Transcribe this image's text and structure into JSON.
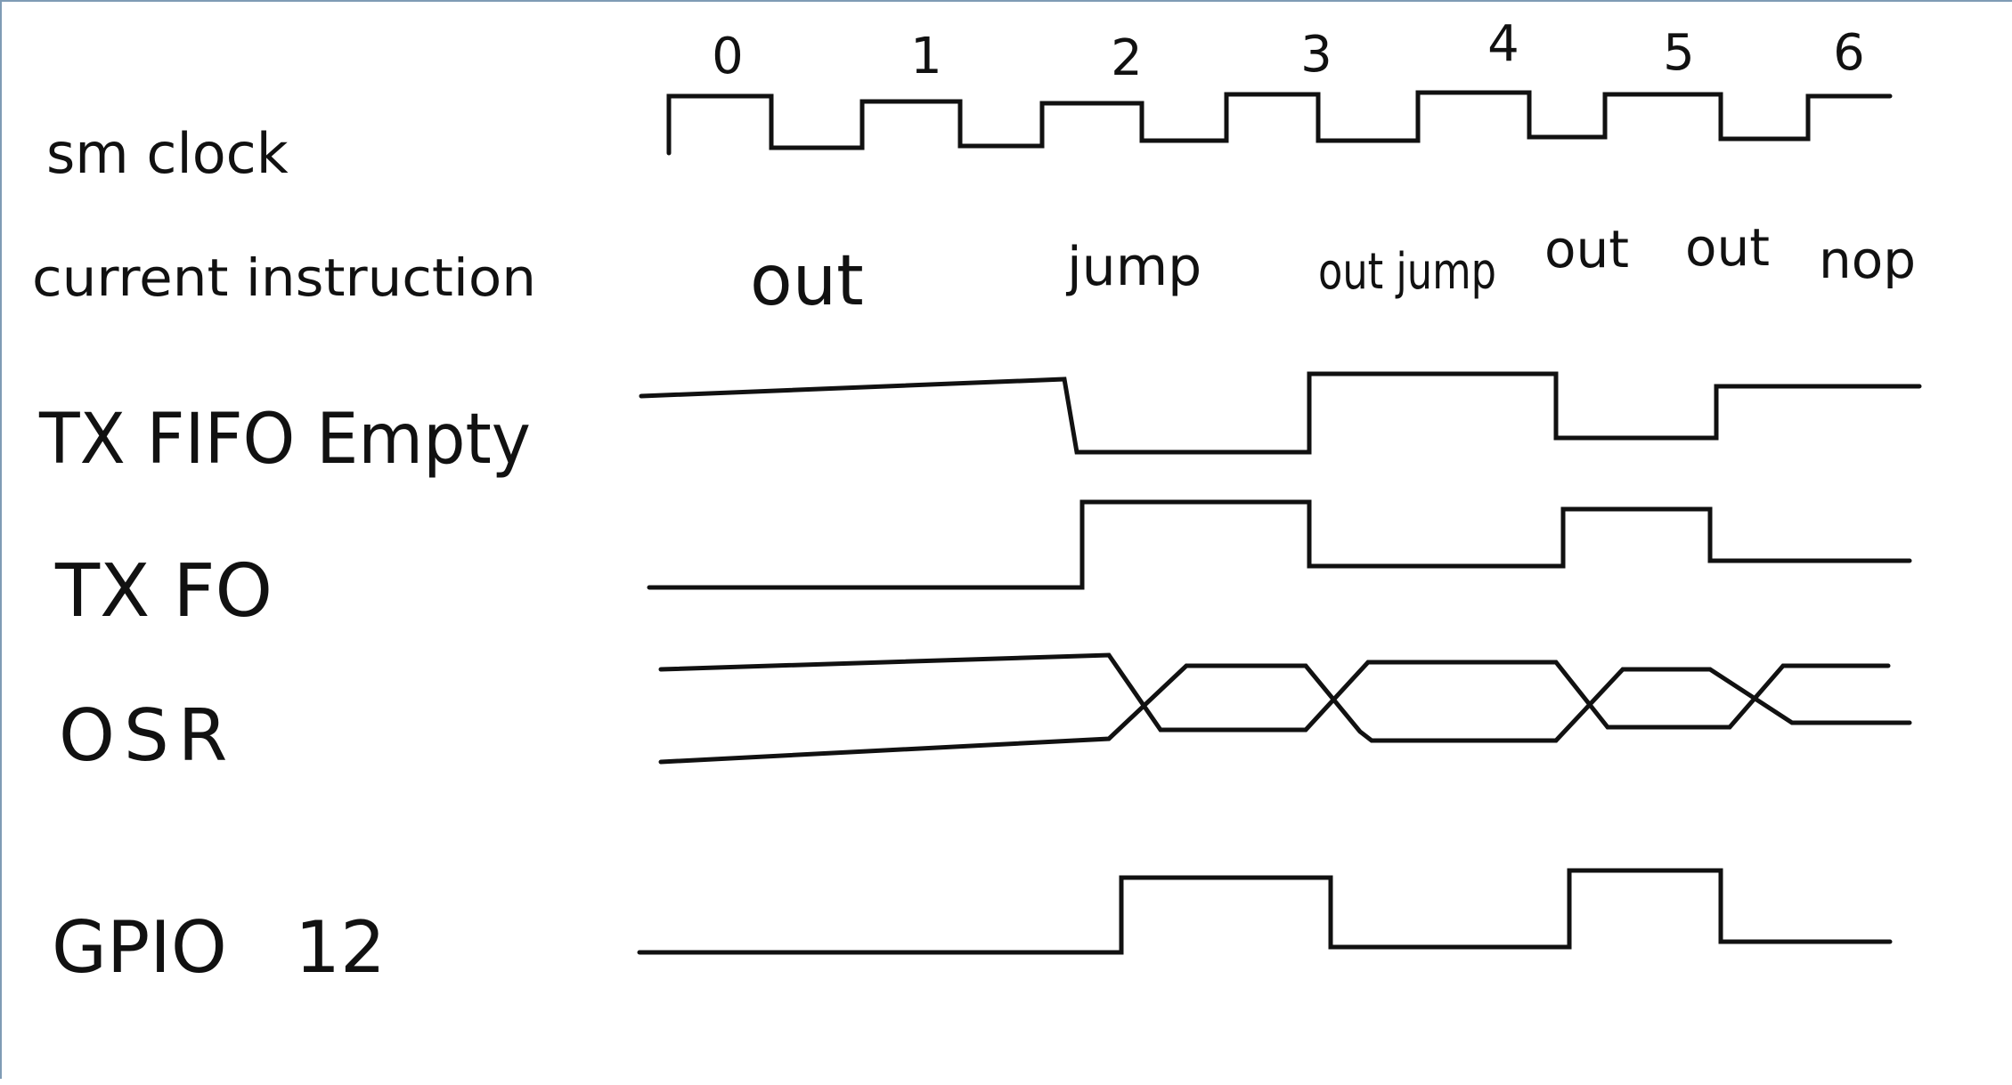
{
  "colors": {
    "ink": "#111111",
    "background": "#ffffff",
    "frame": "#7f9bb5"
  },
  "signals": {
    "sm_clock": "sm clock",
    "current_instruction": "current instruction",
    "tx_fifo_empty": "TX FIFO Empty",
    "tx_fo": "TX FO",
    "osr": "OSR",
    "gpio": "GPIO   12"
  },
  "cycles": [
    "0",
    "1",
    "2",
    "3",
    "4",
    "5",
    "6"
  ],
  "instructions": [
    "out",
    "jump",
    "out jump",
    "out",
    "out",
    "nop"
  ]
}
